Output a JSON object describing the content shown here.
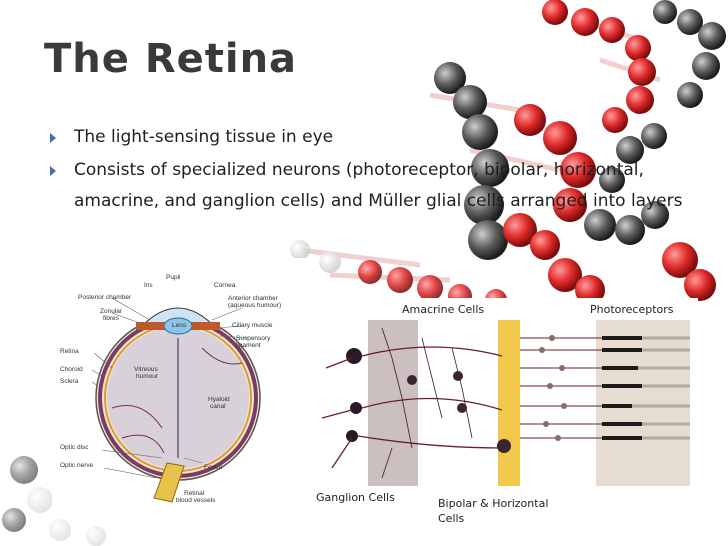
{
  "slide": {
    "title": "The Retina",
    "bullets": [
      {
        "text": "The light-sensing tissue in eye"
      },
      {
        "text": "Consists of specialized neurons (photoreceptor, bipolar, horizontal, amacrine, and ganglion cells) and Müller glial cells arranged into layers"
      }
    ]
  },
  "eye_diagram": {
    "labels": {
      "pupil": "Pupil",
      "iris": "Iris",
      "cornea": "Cornea",
      "posterior_chamber": "Posterior chamber",
      "anterior_chamber_1": "Anterior chamber",
      "anterior_chamber_2": "(aqueous humour)",
      "zonular_1": "Zonular",
      "zonular_2": "fibres",
      "lens": "Lens",
      "ciliary_muscle": "Ciliary muscle",
      "suspensory_1": "Suspensory",
      "suspensory_2": "ligament",
      "retina": "Retina",
      "choroid": "Choroid",
      "sclera": "Sclera",
      "vitreous_1": "Vitreous",
      "vitreous_2": "humour",
      "hyaloid_1": "Hyaloid",
      "hyaloid_2": "canal",
      "optic_disc": "Optic disc",
      "optic_nerve": "Optic nerve",
      "fovea": "Fovea",
      "retinal_vessels_1": "Retinal",
      "retinal_vessels_2": "blood vessels"
    }
  },
  "retina_layers": {
    "amacrine": "Amacrine Cells",
    "photoreceptors": "Photoreceptors",
    "ganglion": "Ganglion Cells",
    "bipolar_1": "Bipolar & Horizontal",
    "bipolar_2": "Cells"
  },
  "colors": {
    "title": "#3a3a3a",
    "bullet_arrow": "#3b6fb0",
    "bead_red": "#d42a2a",
    "bead_gray": "#4a4a4a",
    "glial_yellow": "#f2c94c",
    "layer_band": "#c9bdbd"
  }
}
